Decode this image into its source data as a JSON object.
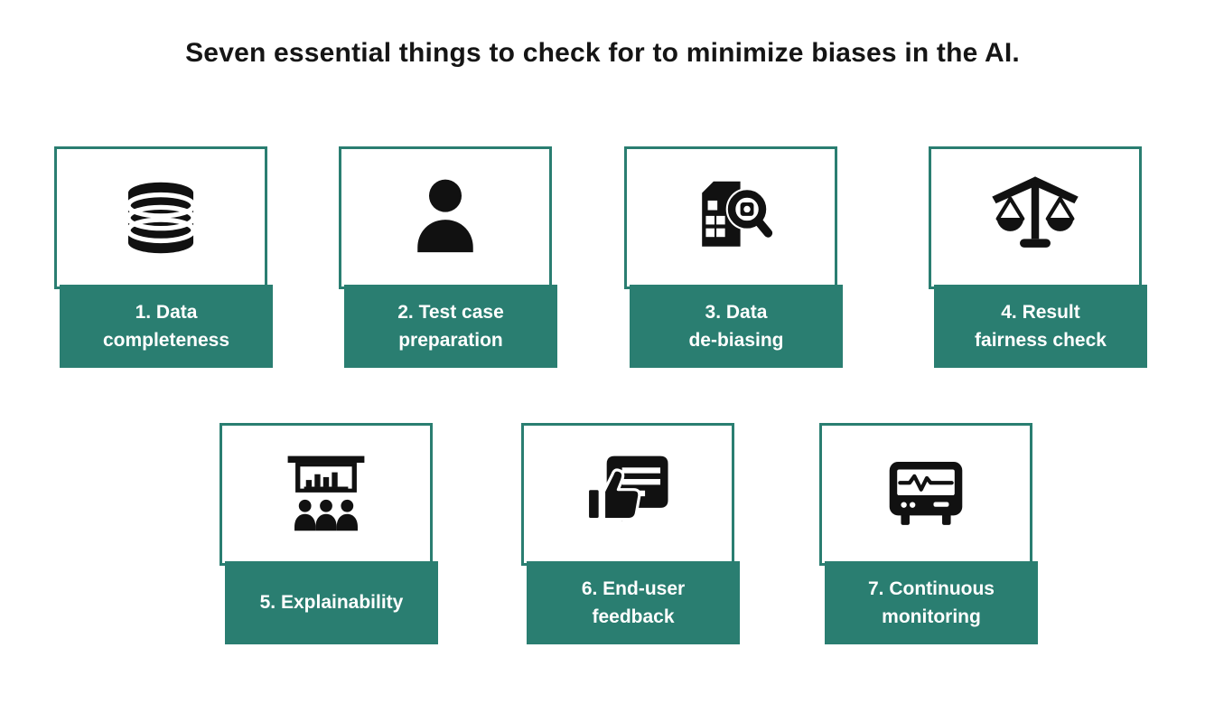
{
  "title": "Seven essential things to check for to minimize biases in the AI.",
  "theme": {
    "teal": "#2A7E71",
    "icon_color": "#111111",
    "background": "#FFFFFF",
    "label_text_color": "#FFFFFF"
  },
  "cards": [
    {
      "id": 1,
      "icon": "database-icon",
      "label": "1. Data\ncompleteness"
    },
    {
      "id": 2,
      "icon": "person-icon",
      "label": "2. Test case\npreparation"
    },
    {
      "id": 3,
      "icon": "document-magnifier-icon",
      "label": "3. Data\nde-biasing"
    },
    {
      "id": 4,
      "icon": "balance-scales-icon",
      "label": "4. Result\nfairness check"
    },
    {
      "id": 5,
      "icon": "presentation-chart-icon",
      "label": "5. Explainability"
    },
    {
      "id": 6,
      "icon": "thumbs-up-feedback-icon",
      "label": "6. End-user\nfeedback"
    },
    {
      "id": 7,
      "icon": "monitor-pulse-icon",
      "label": "7. Continuous\nmonitoring"
    }
  ]
}
